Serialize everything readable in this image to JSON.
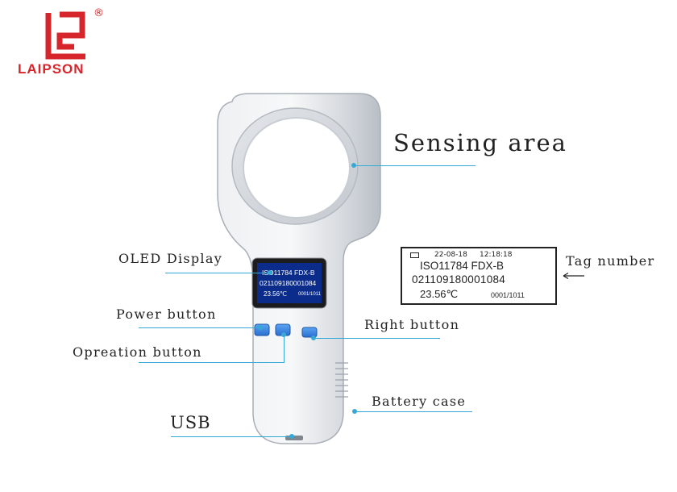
{
  "brand": {
    "name": "LAIPSON",
    "registered_mark": "®",
    "color": "#d6262c"
  },
  "callouts": {
    "sensing_area": "Sensing area",
    "oled_display": "OLED Display",
    "power_button": "Power button",
    "operation_button": "Opreation button",
    "right_button": "Right button",
    "tag_number": "Tag number",
    "battery_case": "Battery case",
    "usb": "USB"
  },
  "display_panel": {
    "status_date": "22-08-18",
    "status_time": "12:18:18",
    "line1": "ISO11784 FDX-B",
    "line2": "021109180001084",
    "temperature": "23.56℃",
    "counter": "0001/1011"
  },
  "device_screen": {
    "line1": "ISO11784 FDX-B",
    "line2": "021109180001084",
    "temperature": "23.56℃",
    "counter": "0001/1011"
  },
  "colors": {
    "leader": "#35a8d6",
    "button": "#2f7fe0",
    "device_body": "#d9dde2"
  }
}
